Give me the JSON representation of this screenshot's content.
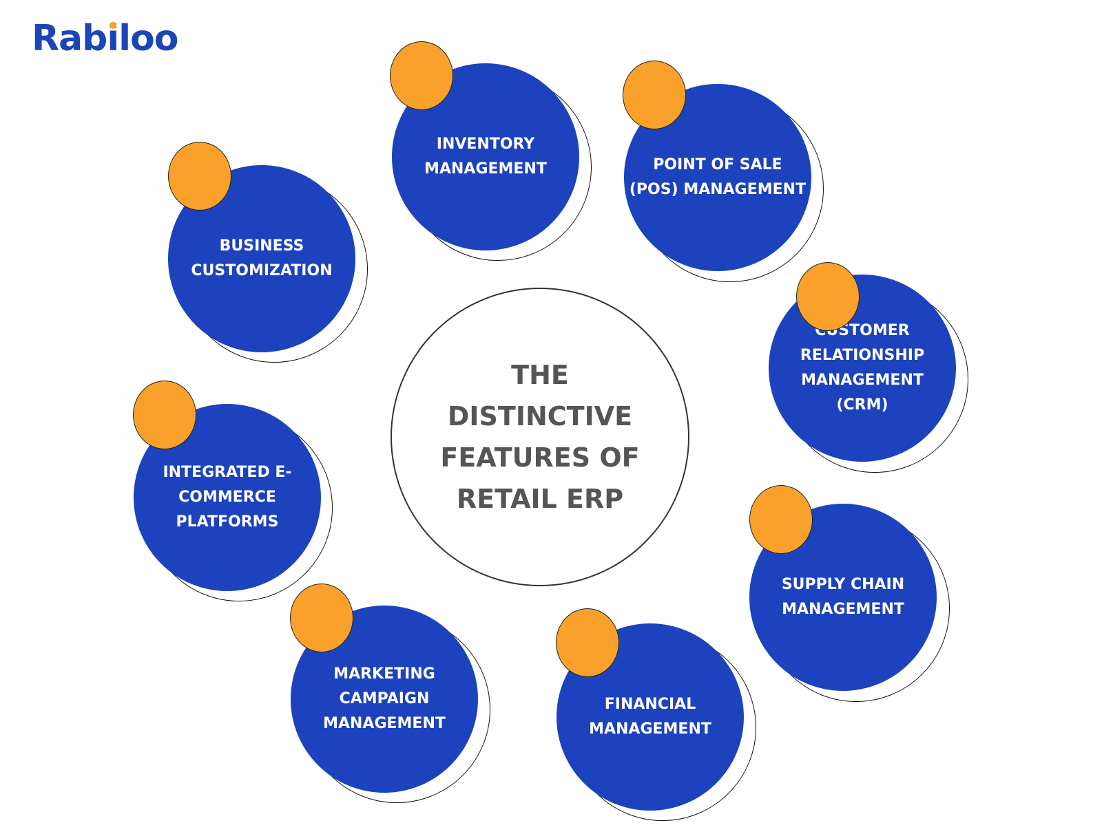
{
  "brand": {
    "logo_prefix": "Rab",
    "logo_i": "i",
    "logo_suffix": "loo",
    "logo_color": "#1c45b5",
    "logo_dot_color": "#f6a326"
  },
  "center": {
    "title": "THE DISTINCTIVE FEATURES OF RETAIL ERP",
    "text_color": "#555555"
  },
  "colors": {
    "disc_blue": "#1c42bd",
    "accent_orange": "#f9a12a"
  },
  "features": [
    {
      "id": "inventory",
      "label": "INVENTORY MANAGEMENT"
    },
    {
      "id": "pos",
      "label": "POINT OF SALE (POS) MANAGEMENT"
    },
    {
      "id": "crm",
      "label": "CUSTOMER RELATIONSHIP MANAGEMENT (CRM)"
    },
    {
      "id": "supply-chain",
      "label": "SUPPLY CHAIN MANAGEMENT"
    },
    {
      "id": "financial",
      "label": "FINANCIAL MANAGEMENT"
    },
    {
      "id": "marketing",
      "label": "MARKETING CAMPAIGN MANAGEMENT"
    },
    {
      "id": "ecommerce",
      "label": "INTEGRATED E-COMMERCE PLATFORMS"
    },
    {
      "id": "customization",
      "label": "BUSINESS CUSTOMIZATION"
    }
  ]
}
